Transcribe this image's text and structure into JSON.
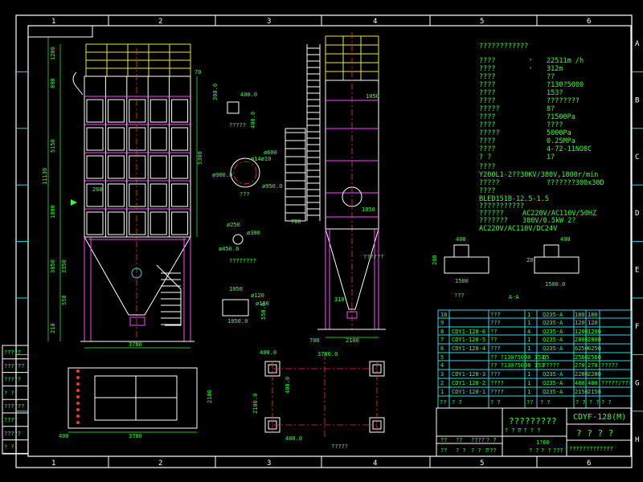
{
  "frame": {
    "columns": [
      "1",
      "2",
      "3",
      "4",
      "5",
      "6"
    ],
    "rows": [
      "A",
      "B",
      "C",
      "D",
      "E",
      "F",
      "G",
      "H"
    ]
  },
  "specs": {
    "title": "????????????",
    "lines": [
      {
        "label": "????",
        "mark": "³",
        "value": "22511m /h"
      },
      {
        "label": "????",
        "mark": "²",
        "value": "312m"
      },
      {
        "label": "????",
        "mark": "",
        "value": "??"
      },
      {
        "label": "????",
        "mark": "",
        "value": "?130?5000"
      },
      {
        "label": "????",
        "mark": "",
        "value": "153?"
      },
      {
        "label": "????",
        "mark": "",
        "value": "????????"
      },
      {
        "label": "?????",
        "mark": "",
        "value": "8?"
      },
      {
        "label": "????",
        "mark": "",
        "value": "?1500Pa"
      },
      {
        "label": "????",
        "mark": "",
        "value": "????"
      },
      {
        "label": "?????",
        "mark": "",
        "value": "5000Pa"
      },
      {
        "label": "????",
        "mark": "",
        "value": "0.25MPa"
      },
      {
        "label": "????",
        "mark": "",
        "value": "4-72-11NO8C"
      },
      {
        "label": "?     ?",
        "mark": "",
        "value": "1?"
      },
      {
        "label": "????",
        "mark": "",
        "value": ""
      },
      {
        "label": "Y200L1-2??30KV/380V,1800r/min",
        "mark": "",
        "value": ""
      },
      {
        "label": "?????",
        "mark": "",
        "value": "???????300x30D"
      },
      {
        "label": "????",
        "mark": "",
        "value": ""
      },
      {
        "label": "BLED151B-12.5-1.5",
        "mark": "",
        "value": ""
      },
      {
        "label": "???????????",
        "mark": "",
        "value": ""
      },
      {
        "label": "??????",
        "mark": "",
        "value": "AC220V/AC110V/50HZ"
      },
      {
        "label": "???????",
        "mark": "",
        "value": "380V/0.5kW      2?"
      },
      {
        "label": "AC220V/AC110V/DC24V",
        "mark": "",
        "value": ""
      }
    ]
  },
  "parts_table": {
    "rows": [
      [
        "10",
        "",
        "???",
        "1",
        "Q235-A",
        "180",
        "180",
        ""
      ],
      [
        "9",
        "",
        "???",
        "1",
        "Q235-A",
        "120",
        "120",
        ""
      ],
      [
        "8",
        "CDY1-128-6",
        "??",
        "4",
        "Q235-A",
        "1200",
        "1200",
        ""
      ],
      [
        "7",
        "CDY1-128-5",
        "??",
        "1",
        "Q235-A",
        "2800",
        "2800",
        ""
      ],
      [
        "6",
        "CDY1-128-4",
        "???",
        "1",
        "Q235-A",
        "6250",
        "6250",
        ""
      ],
      [
        "5",
        "",
        "?? ?130?5000 153",
        "",
        "Q5",
        "2560",
        "2560",
        ""
      ],
      [
        "4",
        "",
        "?? ?130?5000 153",
        "",
        "?????",
        "270",
        "270",
        "?????"
      ],
      [
        "3",
        "CDY1-128-3",
        "???",
        "1",
        "Q235-A",
        "2280",
        "2280",
        ""
      ],
      [
        "2",
        "CDY1-128-2",
        "????",
        "1",
        "Q235-A",
        "480",
        "480",
        "?????/???"
      ],
      [
        "1",
        "CDY1-128-1",
        "????",
        "1",
        "Q235-A",
        "2150",
        "2150",
        ""
      ]
    ],
    "header": [
      "??",
      "?      ?",
      "?      ?",
      "??",
      "?      ?",
      "? ?  ? ?",
      "?      ?"
    ]
  },
  "title_block": {
    "drawing_title": "?????????",
    "drawing_number": "CDYF-128(M)",
    "subtitle": "? ? ? ?",
    "company": "?????????????",
    "scale": "1?60",
    "small": [
      "??",
      "??",
      "????",
      "? ?",
      "??",
      "? ?",
      "? ? ?",
      "???",
      "? ? ?",
      "? ? ? ?",
      "? ?",
      "? ?",
      "???"
    ]
  },
  "left_notes": [
    "?????",
    "??????",
    "?????",
    "? ?",
    "??????",
    "????",
    "?????",
    "? ?"
  ],
  "main_view": {
    "dims_left": [
      "1200",
      "890",
      "5150",
      "1800",
      "3850",
      "3350",
      "550",
      "11130",
      "210"
    ],
    "dims_right": [
      "5300",
      "70"
    ],
    "dim_bottom": "3780",
    "label_inlet": "260"
  },
  "side_view": {
    "dims": [
      "1050",
      "1050",
      "700",
      "700",
      "2100",
      "310"
    ],
    "label": "??????"
  },
  "details": {
    "flange_dims": [
      "300.0",
      "400.0",
      "400.0"
    ],
    "flange_caption": "?????",
    "ring_dims": [
      "ø14ø10",
      "ø600",
      "ø900.0",
      "ø950.0"
    ],
    "ring_caption": "???",
    "small_ring_dims": [
      "ø250",
      "ø300",
      "ø450.0"
    ],
    "small_ring_caption": "????????",
    "box_dims": [
      "1050",
      "1050.0",
      "550.0",
      "ø120",
      "ø180"
    ]
  },
  "plan_view": {
    "dims": [
      "3780",
      "2100",
      "400"
    ]
  },
  "foundation": {
    "dims": [
      "400.0",
      "3780.0",
      "400.0",
      "2100.0",
      "400.0"
    ],
    "caption": "?????"
  },
  "sections": {
    "label": "A-A",
    "left": [
      "400",
      "200",
      "1500"
    ],
    "right": [
      "400",
      "20",
      "1500.0"
    ],
    "caption": "???"
  },
  "colors": {
    "background": "#000000",
    "frame": "#ffffff",
    "grid": "#2fd6e0",
    "text": "#33ff33",
    "structure": "#ff44ff",
    "top": "#e8e840",
    "centerline": "#ff3030"
  }
}
